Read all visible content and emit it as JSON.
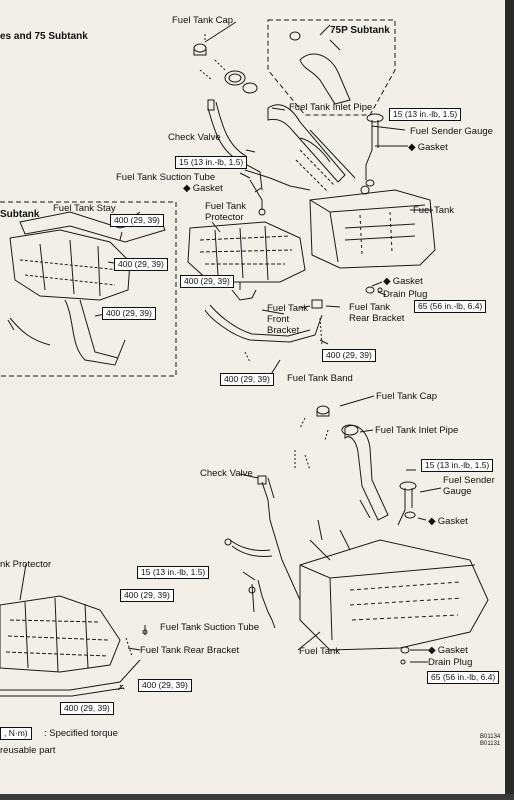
{
  "header": {
    "section_title": "es and 75 Subtank"
  },
  "upper_diagram": {
    "labels": {
      "fuel_tank_cap": "Fuel Tank Cap",
      "subtank_75p": "75P Subtank",
      "fuel_tank_inlet_pipe": "Fuel Tank Inlet Pipe",
      "check_valve": "Check Valve",
      "fuel_sender_gauge": "Fuel Sender Gauge",
      "gasket_top": "Gasket",
      "fuel_tank_suction_tube": "Fuel Tank Suction Tube",
      "gasket_left": "Gasket",
      "subtank_left": "Subtank",
      "fuel_tank_stay": "Fuel Tank Stay",
      "fuel_tank_protector": "Fuel Tank\nProtector",
      "fuel_tank": "Fuel Tank",
      "gasket_drain": "Gasket",
      "drain_plug": "Drain Plug",
      "fuel_tank_front_bracket": "Fuel Tank\nFront\nBracket",
      "fuel_tank_rear_bracket": "Fuel Tank\nRear Bracket",
      "fuel_tank_band": "Fuel Tank Band"
    },
    "torques": {
      "t15_right": "15 (13 in.-lb, 1.5)",
      "t15_left": "15 (13 in.-lb, 1.5)",
      "t400_stay": "400 (29, 39)",
      "t400_sub1": "400 (29, 39)",
      "t400_sub2": "400 (29, 39)",
      "t400_prot": "400 (29, 39)",
      "t65": "65 (56 in.-lb, 6.4)",
      "t400_rear": "400 (29, 39)",
      "t400_band": "400 (29, 39)"
    }
  },
  "lower_diagram": {
    "labels": {
      "fuel_tank_cap": "Fuel Tank Cap",
      "fuel_tank_inlet_pipe": "Fuel Tank Inlet Pipe",
      "check_valve": "Check Valve",
      "fuel_sender_gauge": "Fuel Sender\nGauge",
      "gasket_top": "Gasket",
      "tank_protector": "nk Protector",
      "fuel_tank_suction_tube": "Fuel Tank Suction Tube",
      "fuel_tank_rear_bracket": "Fuel Tank Rear Bracket",
      "fuel_tank": "Fuel Tank",
      "gasket_drain": "Gasket",
      "drain_plug": "Drain Plug"
    },
    "torques": {
      "t15_right": "15 (13 in.-lb, 1.5)",
      "t15_left": "15 (13 in.-lb, 1.5)",
      "t400_a": "400 (29, 39)",
      "t400_b": "400 (29, 39)",
      "t400_c": "400 (29, 39)",
      "t65": "65 (56 in.-lb, 6.4)"
    }
  },
  "legend": {
    "unit_box": ", N·m)",
    "specified_torque": ": Specified torque",
    "reusable_part": "reusable part"
  },
  "figure_codes": {
    "code1": "B01134",
    "code2": "B01131"
  }
}
